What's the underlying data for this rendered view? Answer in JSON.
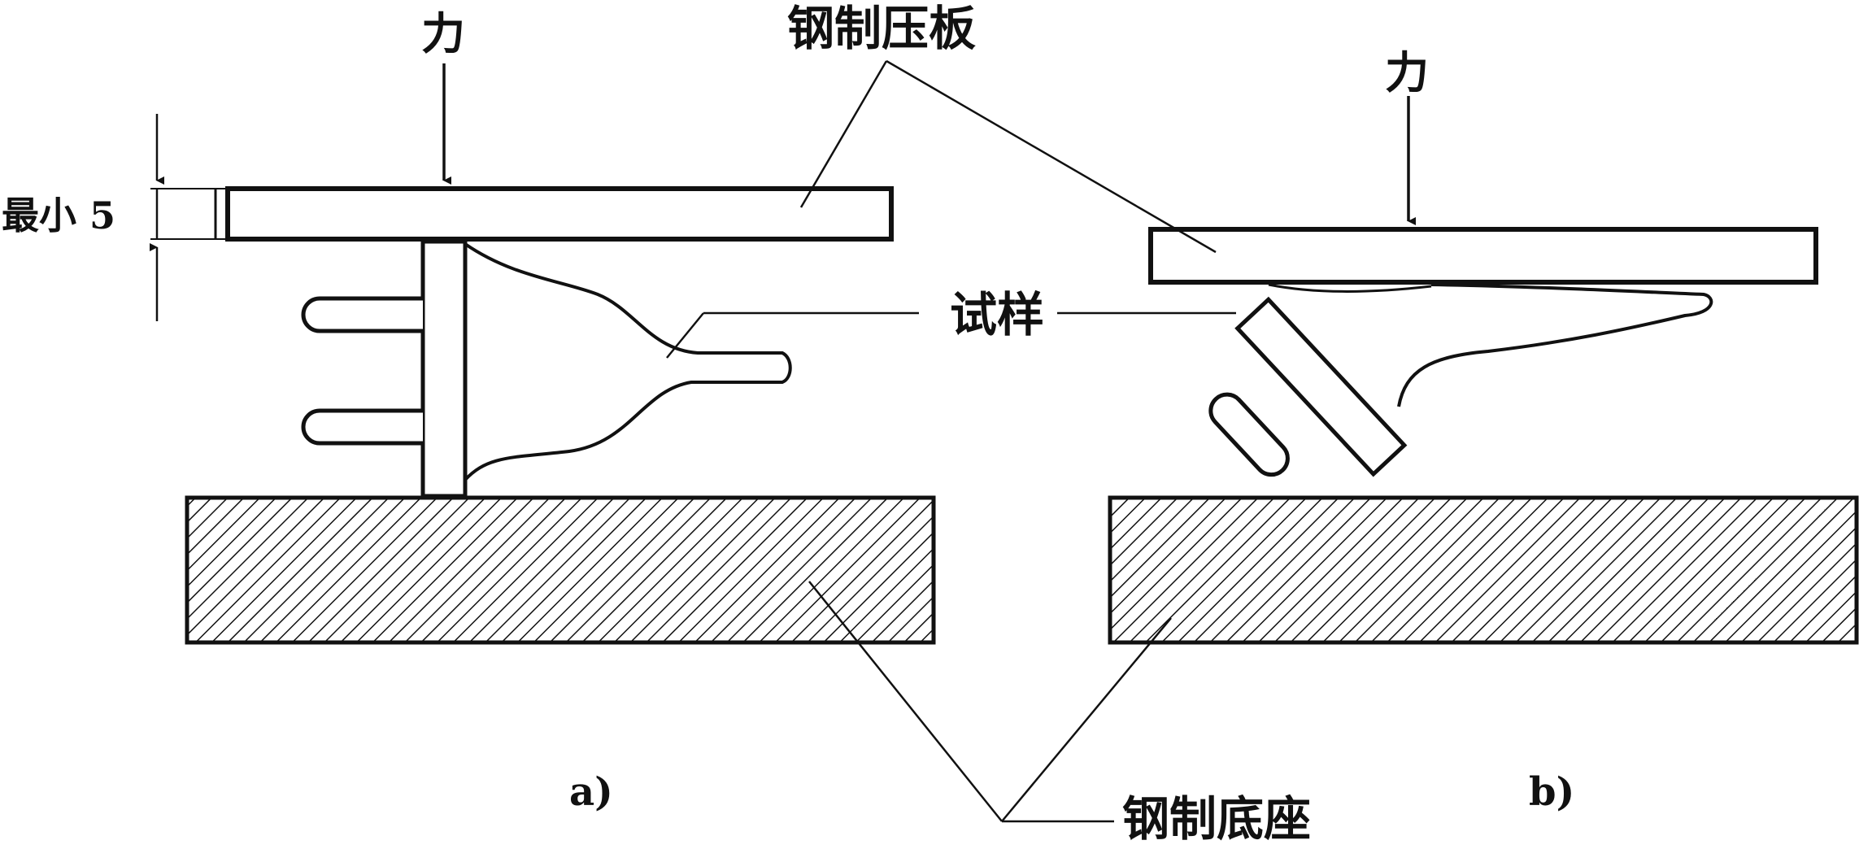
{
  "labels": {
    "force_a": "力",
    "force_b": "力",
    "pressure_plate": "钢制压板",
    "sample": "试样",
    "steel_base": "钢制底座",
    "thickness": "最小 5",
    "panel_a": "a)",
    "panel_b": "b)"
  },
  "colors": {
    "stroke": "#111111",
    "background": "#ffffff"
  }
}
